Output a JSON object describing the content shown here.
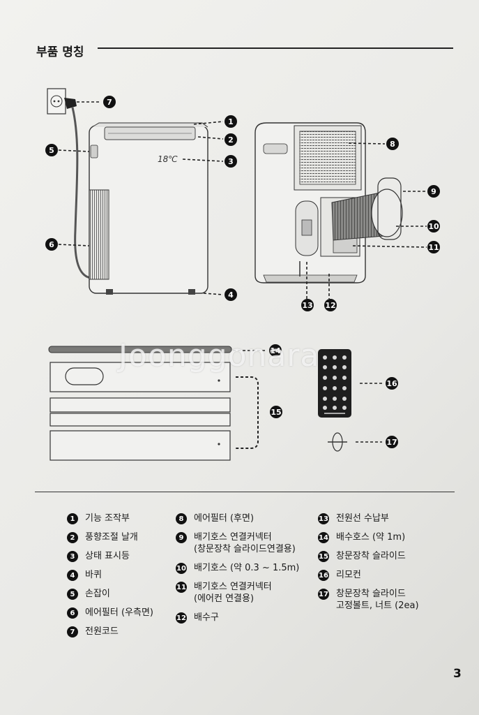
{
  "page": {
    "title": "부품 명칭",
    "page_number": "3",
    "watermark": "Joonggonara",
    "display_readout": "18℃"
  },
  "parts": [
    {
      "n": "1",
      "label": "기능 조작부"
    },
    {
      "n": "2",
      "label": "풍향조절 날개"
    },
    {
      "n": "3",
      "label": "상태 표시등"
    },
    {
      "n": "4",
      "label": "바퀴"
    },
    {
      "n": "5",
      "label": "손잡이"
    },
    {
      "n": "6",
      "label": "에어필터 (우측면)"
    },
    {
      "n": "7",
      "label": "전원코드"
    },
    {
      "n": "8",
      "label": "에어필터 (후면)"
    },
    {
      "n": "9",
      "label": "배기호스 연결커넥터\n(창문장착 슬라이드연결용)"
    },
    {
      "n": "10",
      "label": "배기호스 (약 0.3 ~ 1.5m)"
    },
    {
      "n": "11",
      "label": "배기호스 연결커넥터\n(에어컨 연결용)"
    },
    {
      "n": "12",
      "label": "배수구"
    },
    {
      "n": "13",
      "label": "전원선 수납부"
    },
    {
      "n": "14",
      "label": "배수호스 (약 1m)"
    },
    {
      "n": "15",
      "label": "창문장착 슬라이드"
    },
    {
      "n": "16",
      "label": "리모컨"
    },
    {
      "n": "17",
      "label": "창문장착 슬라이드\n고정볼트, 너트 (2ea)"
    }
  ],
  "colors": {
    "ink": "#111111",
    "paper": "#eeeeeb"
  }
}
